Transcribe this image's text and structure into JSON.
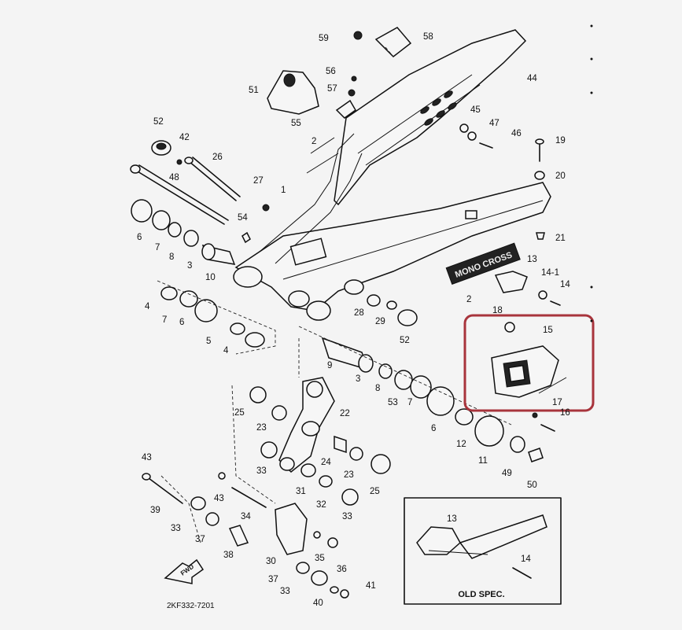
{
  "diagram": {
    "figure_code": "2KF332-7201",
    "frame_logo_text": "MONO CROSS",
    "old_spec_label": "OLD SPEC.",
    "front_arrow_text": "FWD",
    "highlight_color": "#a8343c",
    "labels": {
      "l1": "1",
      "l2": "2",
      "l2b": "2",
      "l3": "3",
      "l3b": "3",
      "l4": "4",
      "l4b": "4",
      "l5": "5",
      "l6": "6",
      "l6b": "6",
      "l6c": "6",
      "l7": "7",
      "l7b": "7",
      "l7c": "7",
      "l8": "8",
      "l8b": "8",
      "l9": "9",
      "l10": "10",
      "l11": "11",
      "l12": "12",
      "l13": "13",
      "l13b": "13",
      "l14": "14",
      "l14_1": "14-1",
      "l14b": "14",
      "l15": "15",
      "l16": "16",
      "l17": "17",
      "l18": "18",
      "l19": "19",
      "l20": "20",
      "l21": "21",
      "l22": "22",
      "l23": "23",
      "l23b": "23",
      "l24": "24",
      "l25": "25",
      "l25b": "25",
      "l26": "26",
      "l27": "27",
      "l28": "28",
      "l29": "29",
      "l30": "30",
      "l31": "31",
      "l32": "32",
      "l33": "33",
      "l33b": "33",
      "l33c": "33",
      "l33d": "33",
      "l34": "34",
      "l35": "35",
      "l36": "36",
      "l37": "37",
      "l37b": "37",
      "l38": "38",
      "l39": "39",
      "l40": "40",
      "l41": "41",
      "l42": "42",
      "l43": "43",
      "l43b": "43",
      "l44": "44",
      "l45": "45",
      "l46": "46",
      "l47": "47",
      "l48": "48",
      "l49": "49",
      "l50": "50",
      "l51": "51",
      "l52": "52",
      "l52b": "52",
      "l53": "53",
      "l54": "54",
      "l55": "55",
      "l56": "56",
      "l57": "57",
      "l58": "58",
      "l59": "59"
    }
  }
}
